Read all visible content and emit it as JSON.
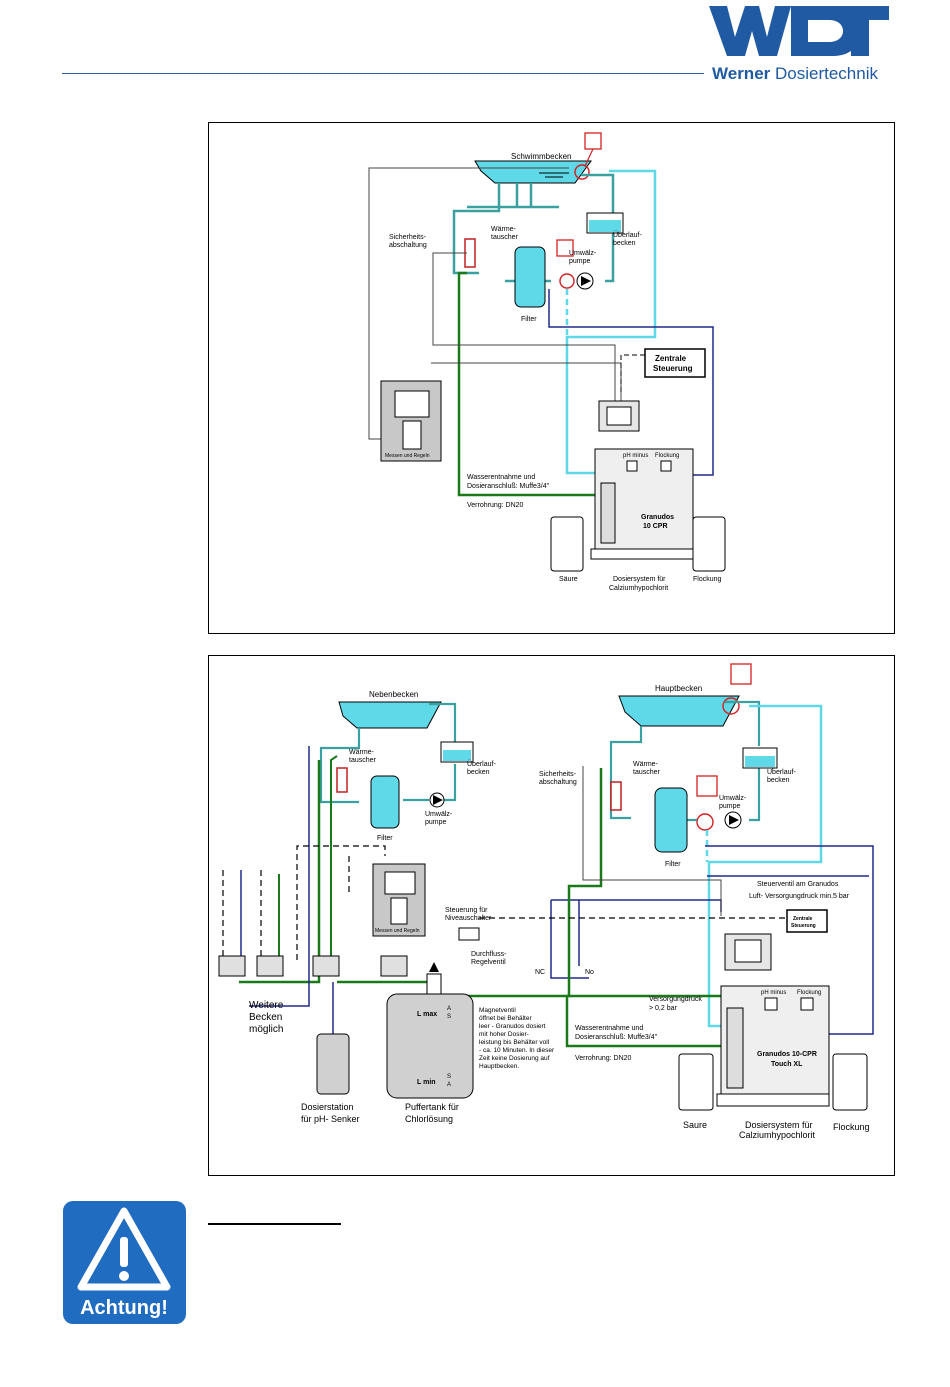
{
  "header": {
    "logo_letters": "WDT",
    "company_bold": "Werner",
    "company_rest": " Dosiertechnik"
  },
  "colors": {
    "brand_blue": "#1f5aa3",
    "water_cyan": "#5fd8e8",
    "pipe_green": "#1a7a1a",
    "control_navy": "#1e2a8a",
    "marker_red": "#d42020"
  },
  "diagram1": {
    "pool": "Schwimmbecken",
    "heat_exchanger": [
      "Wärme-",
      "tauscher"
    ],
    "safety": [
      "Sicherheits-",
      "abschaltung"
    ],
    "overflow": [
      "Überlauf-",
      "becken"
    ],
    "pump": [
      "Umwälz-",
      "pumpe"
    ],
    "filter": "Filter",
    "central_control": [
      "Zentrale",
      "Steuerung"
    ],
    "controller_caption": "Messen und Regeln",
    "ph_minus": "pH minus",
    "flocculation_tag": "Flockung",
    "water_intake": [
      "Wasserentnahme und",
      "Dosieranschluß: Muffe3/4\""
    ],
    "piping": "Verrohrung: DN20",
    "device": [
      "Granudos",
      "10 CPR"
    ],
    "acid": "Säure",
    "system": [
      "Dosiersystem für",
      "Calziumhypochlorit"
    ],
    "flocculation": "Flockung"
  },
  "diagram2": {
    "side_pool": "Nebenbecken",
    "main_pool": "Hauptbecken",
    "heat_exchanger": [
      "Wärme-",
      "tauscher"
    ],
    "overflow": [
      "Überlauf-",
      "becken"
    ],
    "filter": "Filter",
    "pump": [
      "Umwälz-",
      "pumpe"
    ],
    "safety": [
      "Sicherheits-",
      "abschaltung"
    ],
    "control_valve": "Steuerventil am Granudos",
    "air_supply": "Luft- Versorgungdruck min.5 bar",
    "central_control": [
      "Zentrale",
      "Steuerung"
    ],
    "level_control": [
      "Steuerung für",
      "Niveauschalter"
    ],
    "flow_valve": [
      "Durchfluss-",
      "Regelventil"
    ],
    "nc": "NC",
    "no": "No",
    "controller_caption": "Messen und Regeln",
    "more_pools": [
      "Weitere",
      "Becken",
      "möglich"
    ],
    "magnet_valve": [
      "Magnetventil",
      "öffnet bei Behälter",
      "leer - Granudos dosiert",
      "mit hoher Dosier-",
      "leistung bis Behälter voll",
      "- ca. 10 Minuten. In dieser",
      "Zeit keine Dosierung auf",
      "Hauptbecken."
    ],
    "l_max": "L max",
    "l_min": "L min",
    "a": "A",
    "s": "S",
    "supply_pressure": [
      "Versorgungdruck",
      "> 0,2 bar"
    ],
    "ph_minus": "pH minus",
    "flocculation_tag": "Flockung",
    "water_intake": [
      "Wasserentnahme und",
      "Dosieranschluß: Muffe3/4\""
    ],
    "piping": "Verrohrung: DN20",
    "device": [
      "Granudos 10-CPR",
      "Touch XL"
    ],
    "dosing_station": [
      "Dosierstation",
      "für pH- Senker"
    ],
    "buffer_tank": [
      "Puffertank für",
      "Chlorlösung"
    ],
    "acid": "Saure",
    "system": [
      "Dosiersystem für",
      "Calziumhypochlorit"
    ],
    "flocculation": "Flockung"
  },
  "warning": {
    "badge_label": "Achtung!"
  }
}
